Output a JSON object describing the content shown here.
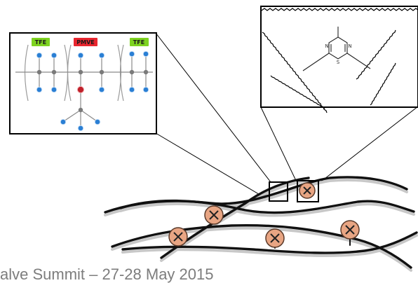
{
  "zoom_left": {
    "labels": [
      {
        "text": "TFE",
        "color": "#7ed321"
      },
      {
        "text": "PMVE",
        "color": "#e8262f"
      },
      {
        "text": "TFE",
        "color": "#7ed321"
      }
    ]
  },
  "zoom_right": {
    "ring_atoms": [
      "N",
      "N",
      "S"
    ]
  },
  "colors": {
    "fluorine": "#2a7fd4",
    "carbon": "#7a7a7a",
    "oxygen": "#c0202a",
    "crosslink_fill": "#e8a583",
    "chain": "#111111"
  },
  "footer": {
    "text": "alve Summit – 27-28 May 2015"
  }
}
